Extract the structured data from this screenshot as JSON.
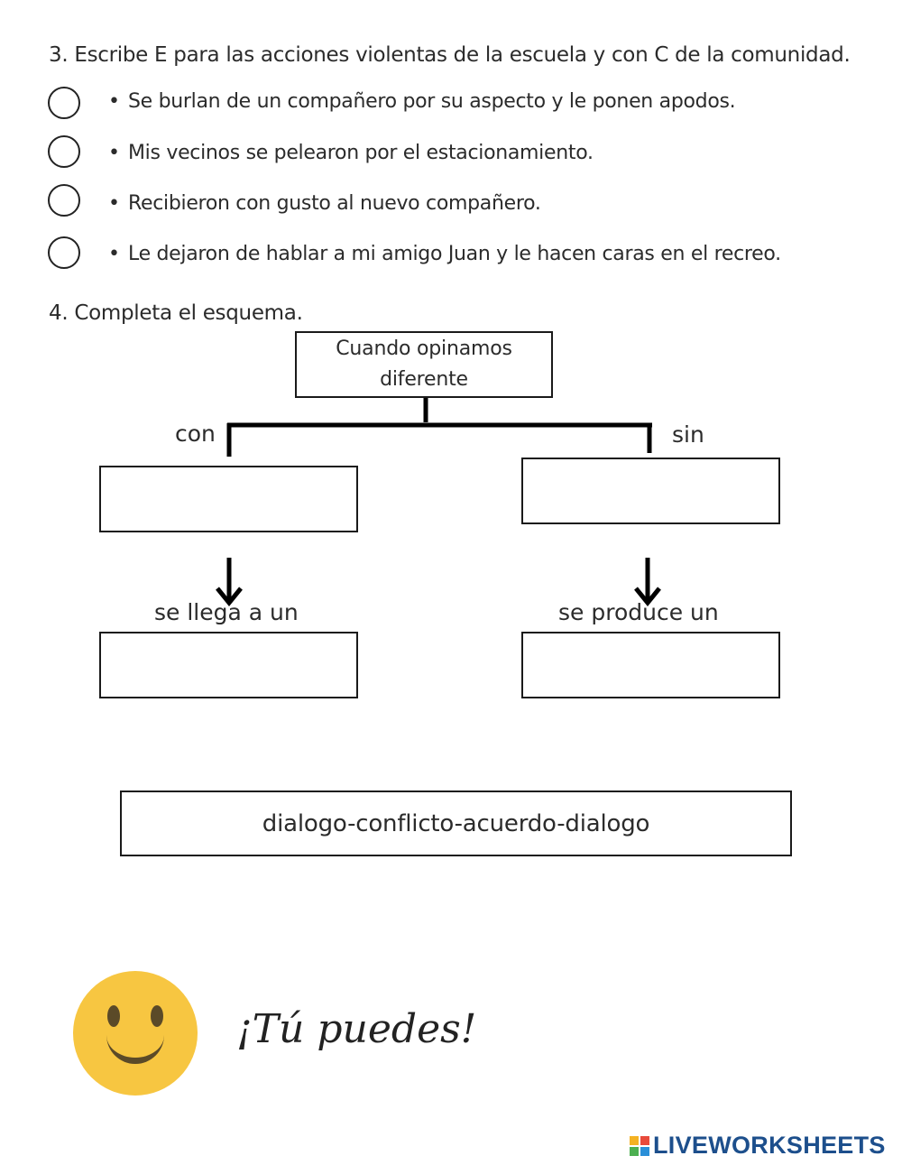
{
  "question3": {
    "title": "3. Escribe E para las acciones violentas de la escuela y con C de la comunidad.",
    "items": [
      {
        "bullet": "•",
        "text": "Se burlan de un compañero por su aspecto y le ponen apodos."
      },
      {
        "bullet": "•",
        "text": "Mis vecinos se pelearon por el estacionamiento."
      },
      {
        "bullet": "•",
        "text": "Recibieron con gusto al nuevo compañero."
      },
      {
        "bullet": "•",
        "text": "Le dejaron de hablar a mi amigo Juan y le hacen caras en el recreo."
      }
    ]
  },
  "question4": {
    "title": "4. Completa el esquema.",
    "root_line1": "Cuando opinamos",
    "root_line2": "diferente",
    "left_label": "con",
    "right_label": "sin",
    "left_result_label": "se llega a un",
    "right_result_label": "se produce un",
    "word_bank": "dialogo-conflicto-acuerdo-dialogo"
  },
  "footer": {
    "slogan": "¡Tú puedes!",
    "brand": "LIVEWORKSHEETS",
    "brand_color": "#1d4f8c",
    "emoji": "smiley-face"
  }
}
